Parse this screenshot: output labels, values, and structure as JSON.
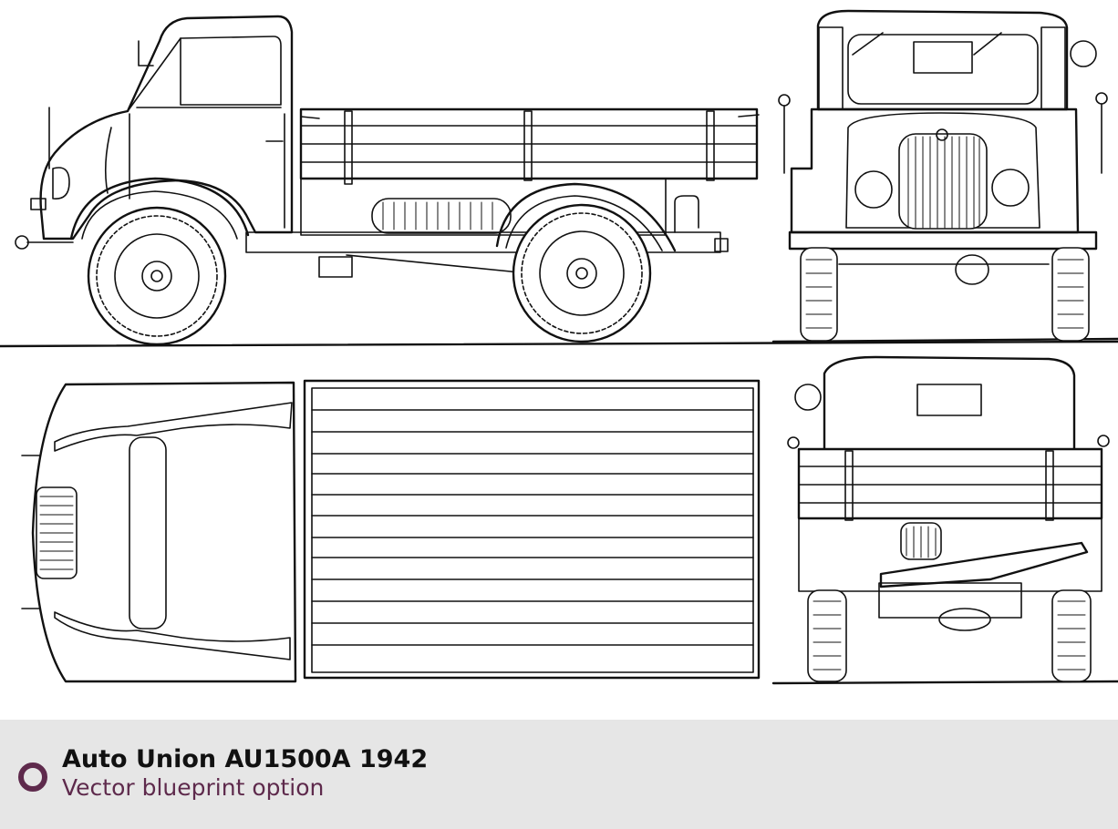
{
  "caption": {
    "title": "Auto Union AU1500A 1942",
    "subtitle": "Vector blueprint option",
    "accent_color": "#5e2a4c",
    "background_color": "#e6e6e6"
  },
  "blueprint": {
    "views": [
      "side",
      "front",
      "top",
      "rear"
    ]
  }
}
